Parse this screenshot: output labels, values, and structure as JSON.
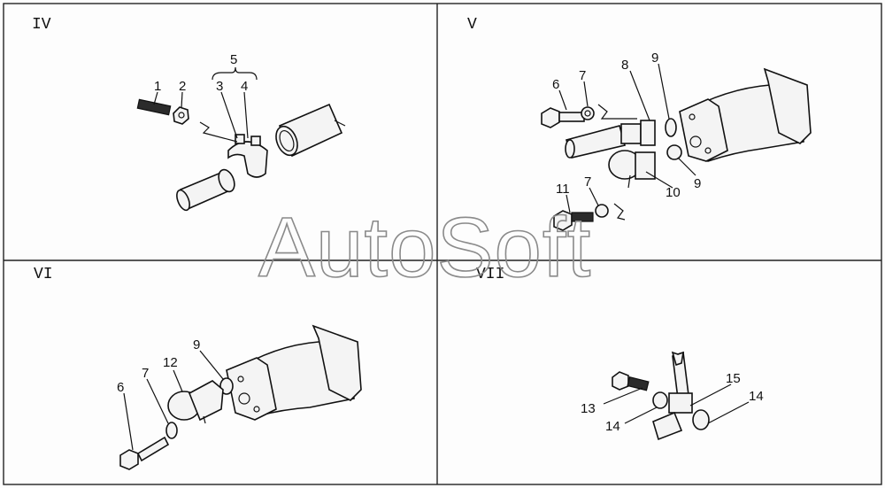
{
  "panels": {
    "iv": {
      "roman": "IV",
      "labels": [
        "1",
        "2",
        "3",
        "4",
        "5"
      ]
    },
    "v": {
      "roman": "V",
      "labels": [
        "6",
        "7",
        "8",
        "9",
        "9",
        "10",
        "11",
        "7"
      ]
    },
    "vi": {
      "roman": "VI",
      "labels": [
        "6",
        "7",
        "12",
        "9"
      ]
    },
    "vii": {
      "roman": "VII",
      "labels": [
        "13",
        "14",
        "15",
        "14"
      ]
    }
  },
  "watermark": "AutoSoft"
}
